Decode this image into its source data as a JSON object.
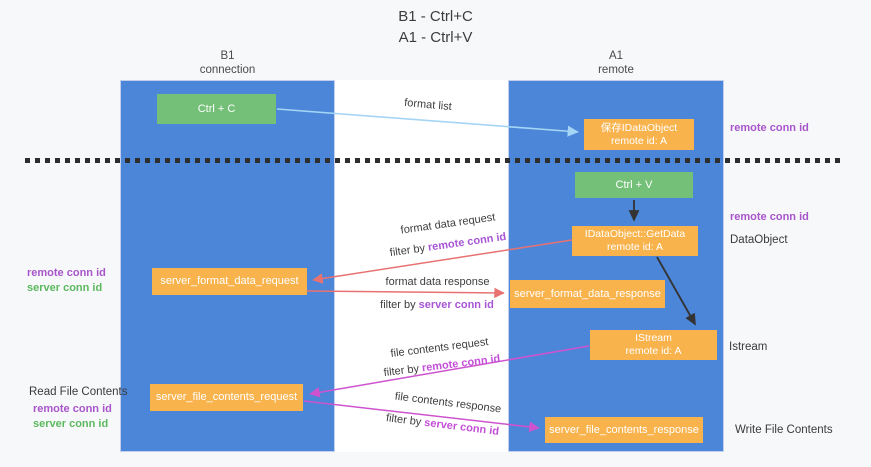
{
  "title": {
    "line1": "B1 - Ctrl+C",
    "line2": "A1 - Ctrl+V"
  },
  "columns": {
    "left": {
      "header_line1": "B1",
      "header_line2": "connection"
    },
    "right": {
      "header_line1": "A1",
      "header_line2": "remote"
    }
  },
  "boxes": {
    "ctrl_c": {
      "label": "Ctrl + C"
    },
    "save_idataobject": {
      "line1": "保存IDataObject",
      "line2": "remote id: A"
    },
    "ctrl_v": {
      "label": "Ctrl + V"
    },
    "getdata": {
      "line1": "IDataObject::GetData",
      "line2": "remote id: A"
    },
    "format_request": {
      "label": "server_format_data_request"
    },
    "format_response": {
      "label": "server_format_data_response"
    },
    "istream": {
      "line1": "IStream",
      "line2": "remote id: A"
    },
    "file_request": {
      "label": "server_file_contents_request"
    },
    "file_response": {
      "label": "server_file_contents_response"
    }
  },
  "side_labels": {
    "right_remote_conn_top": "remote conn id",
    "right_remote_conn_mid": "remote conn id",
    "dataobject": "DataObject",
    "istream": "Istream",
    "write_file": "Write File Contents",
    "left_remote_conn_top": "remote conn id",
    "left_server_conn_top": "server conn id",
    "read_file": "Read File Contents",
    "left_remote_conn_bottom": "remote conn id",
    "left_server_conn_bottom": "server conn id"
  },
  "messages": {
    "format_list": {
      "label": "format list"
    },
    "format_request": {
      "line1": "format data request",
      "filter_prefix": "filter by ",
      "filter_key": "remote conn id"
    },
    "format_response": {
      "line1": "format data response",
      "filter_prefix": "filter by ",
      "filter_key": "server conn id"
    },
    "file_request": {
      "line1": "file contents request",
      "filter_prefix": "filter by ",
      "filter_key": "remote conn id"
    },
    "file_response": {
      "line1": "file contents response",
      "filter_prefix": "filter by ",
      "filter_key": "server conn id"
    }
  },
  "colors": {
    "column_blue": "#4c86d8",
    "box_green": "#74c078",
    "box_orange": "#f9b34d",
    "arrow_light_blue": "#a5d5f5",
    "arrow_red": "#e87272",
    "arrow_magenta": "#cf53cf",
    "arrow_black": "#333333",
    "label_purple": "#a855cc",
    "label_green": "#5cb85f",
    "dashed_line": "#2e2e2e"
  }
}
